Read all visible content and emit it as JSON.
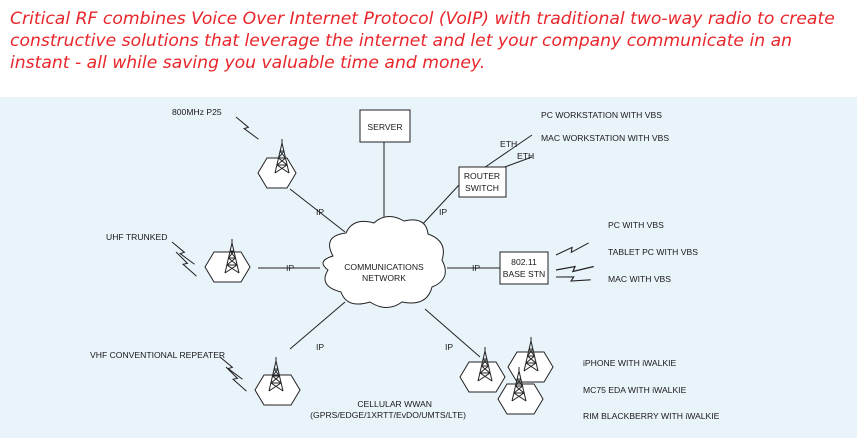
{
  "intro": "Critical RF combines Voice Over Internet Protocol (VoIP) with traditional two-way radio to create constructive solutions that leverage the internet and let your company communicate in an instant - all while saving you valuable time and money.",
  "diagram": {
    "network": {
      "line1": "COMMUNICATIONS",
      "line2": "NETWORK"
    },
    "server": "SERVER",
    "router": {
      "line1": "ROUTER",
      "line2": "SWITCH"
    },
    "base_station": {
      "line1": "802.11",
      "line2": "BASE STN"
    },
    "eth_label": "ETH",
    "ip_label": "IP",
    "towers": {
      "p25": "800MHz P25",
      "uhf": "UHF TRUNKED",
      "vhf": "VHF CONVENTIONAL REPEATER",
      "cellular": {
        "line1": "CELLULAR WWAN",
        "line2": "(GPRS/EDGE/1XRTT/EvDO/UMTS/LTE)"
      }
    },
    "workstations": [
      "PC WORKSTATION WITH VBS",
      "MAC WORKSTATION WITH VBS"
    ],
    "wifi_devices": [
      "PC WITH VBS",
      "TABLET PC WITH VBS",
      "MAC WITH VBS"
    ],
    "cellular_devices": [
      "iPHONE WITH iWALKIE",
      "MC75 EDA WITH iWALKIE",
      "RIM BLACKBERRY WITH iWALKIE"
    ]
  }
}
